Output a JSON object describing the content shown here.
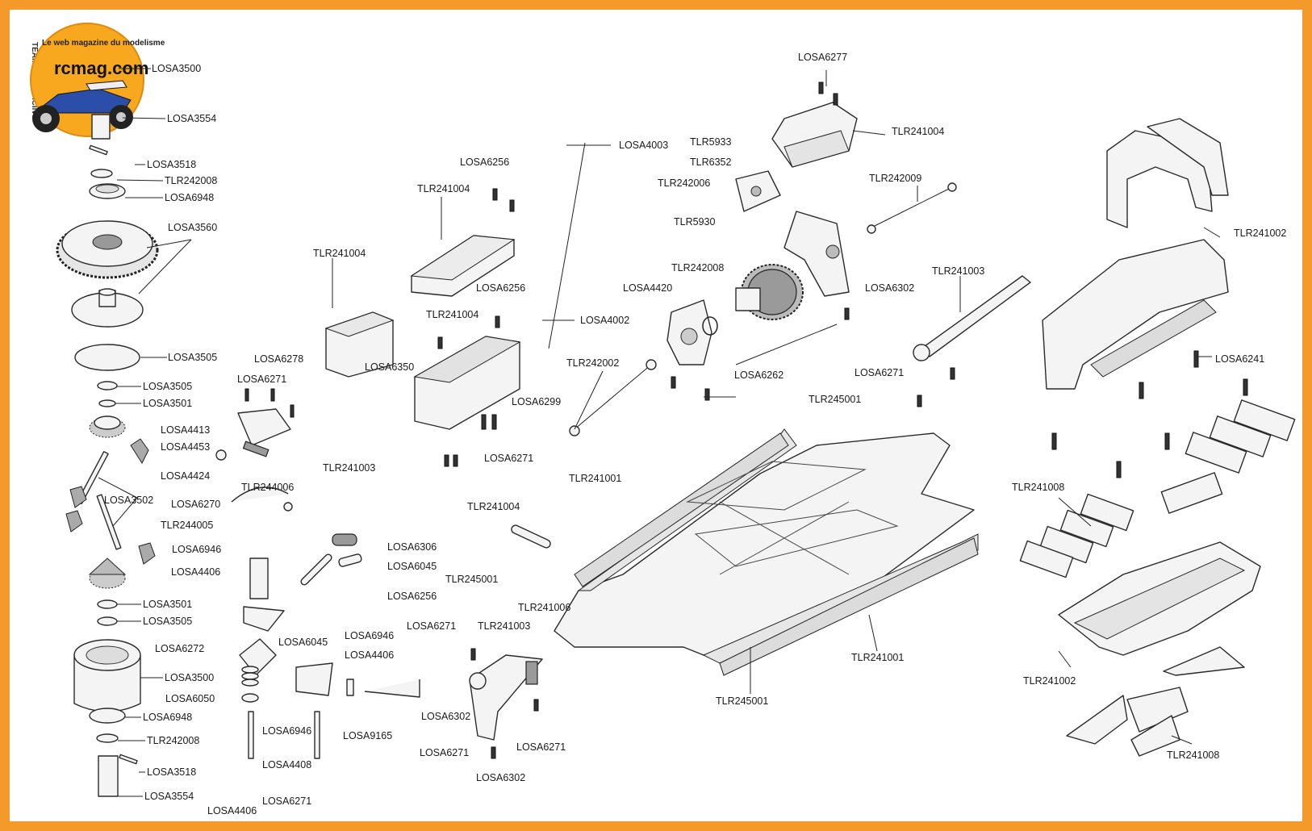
{
  "logo": {
    "brand": "rcmag.com",
    "tagline": "Le web magazine du modelisme",
    "sidebar": "TEAM LOSI RACING"
  },
  "labels": [
    "LOSA3500",
    "LOSA3554",
    "LOSA3518",
    "TLR242008",
    "LOSA6948",
    "LOSA3560",
    "LOSA3505",
    "LOSA3505",
    "LOSA3501",
    "LOSA3502",
    "LOSA3501",
    "LOSA3505",
    "LOSA3500",
    "LOSA6948",
    "TLR242008",
    "LOSA3518",
    "LOSA3554",
    "LOSA6278",
    "LOSA6271",
    "LOSA4413",
    "LOSA4453",
    "TLR241003",
    "LOSA4424",
    "TLR244006",
    "LOSA6270",
    "TLR244005",
    "LOSA6946",
    "LOSA4406",
    "LOSA6306",
    "LOSA6045",
    "LOSA6256",
    "LOSA6045",
    "LOSA6272",
    "LOSA6946",
    "LOSA4406",
    "LOSA6050",
    "LOSA6946",
    "LOSA9165",
    "LOSA4408",
    "LOSA6271",
    "LOSA4406",
    "TLR241004",
    "LOSA6256",
    "TLR241004",
    "LOSA6256",
    "TLR241004",
    "LOSA6350",
    "LOSA6299",
    "LOSA4003",
    "LOSA4002",
    "LOSA6271",
    "TLR242002",
    "TLR241004",
    "TLR245001",
    "TLR241006",
    "LOSA6271",
    "TLR241003",
    "LOSA6302",
    "LOSA6271",
    "LOSA6302",
    "LOSA6271",
    "LOSA6277",
    "TLR5933",
    "TLR6352",
    "TLR242006",
    "TLR5930",
    "TLR241004",
    "TLR242009",
    "LOSA4420",
    "TLR242008",
    "LOSA6262",
    "TLR245001",
    "LOSA6302",
    "TLR241003",
    "LOSA6271",
    "TLR241001",
    "TLR241001",
    "TLR245001",
    "TLR241002",
    "LOSA6241",
    "TLR241008",
    "TLR241002",
    "TLR241008"
  ]
}
